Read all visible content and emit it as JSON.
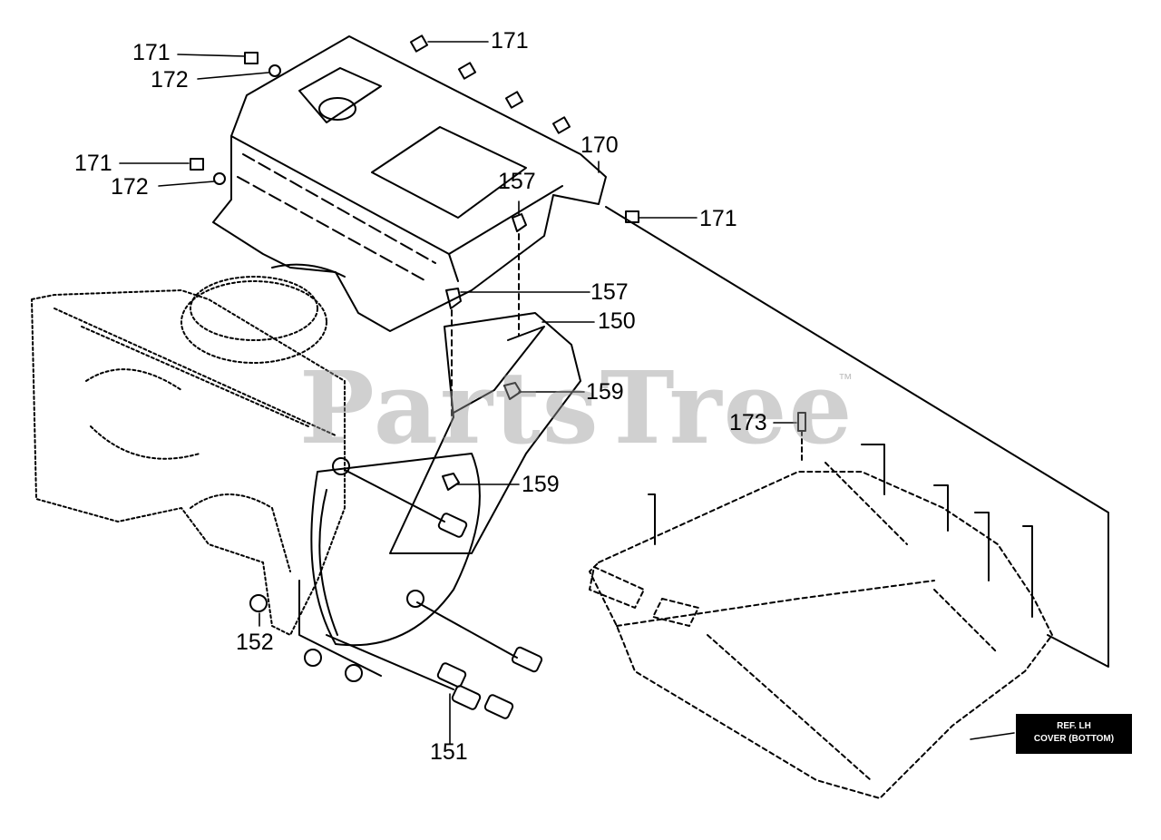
{
  "watermark": {
    "brand": "PartsTree",
    "trademark": "™"
  },
  "callouts": {
    "c171_top_left": "171",
    "c172_top_left": "172",
    "c171_top_right": "171",
    "c170": "170",
    "c171_mid_left": "171",
    "c172_mid_left": "172",
    "c157_upper": "157",
    "c171_right": "171",
    "c157_lower": "157",
    "c150": "150",
    "c159_upper": "159",
    "c173": "173",
    "c159_lower": "159",
    "c152": "152",
    "c151": "151"
  },
  "reference_box": {
    "line1": "REF. LH",
    "line2": "COVER (BOTTOM)"
  }
}
